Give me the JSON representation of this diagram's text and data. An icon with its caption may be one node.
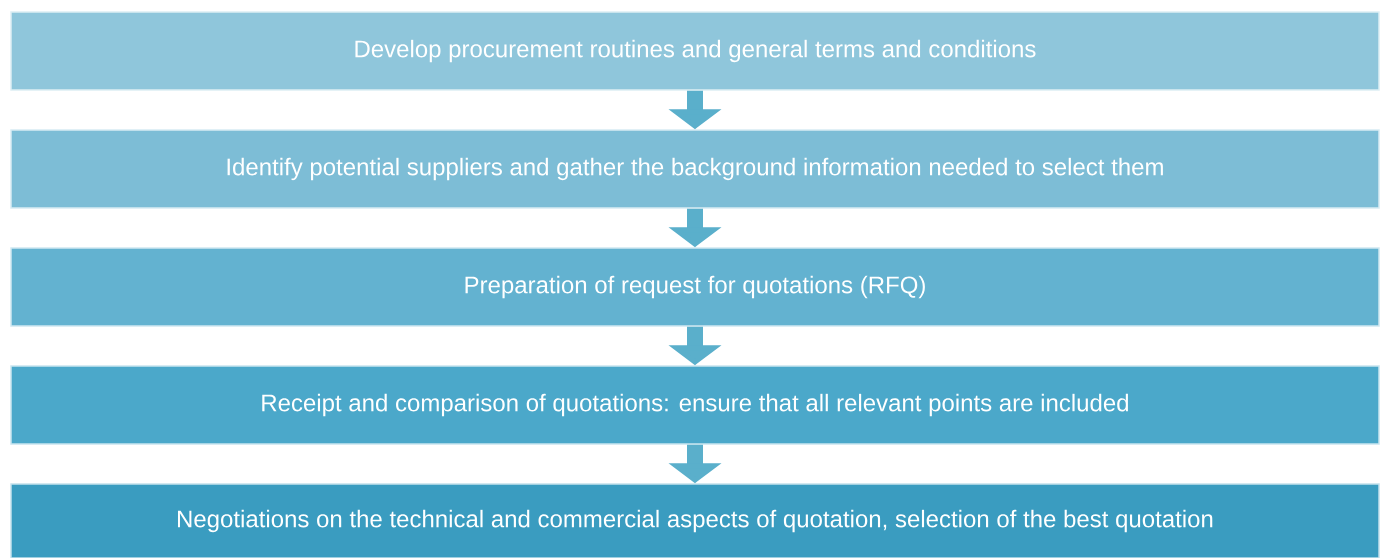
{
  "diagram": {
    "nodes": [
      {
        "text": [
          "Develop procurement routines and general terms and conditions"
        ]
      },
      {
        "text": [
          "Identify potential suppliers and gather the background information needed to select them"
        ]
      },
      {
        "text": [
          "Preparation of request for quotations (RFQ)"
        ]
      },
      {
        "text": [
          "Receipt and comparison of quotations: ensure that all relevant points are included"
        ]
      },
      {
        "text": [
          "Negotiations on the technical and commercial aspects of quotation, selection of the best quotation"
        ]
      }
    ],
    "edges": [
      {
        "from": 0,
        "to": 1,
        "arrow": "to"
      },
      {
        "from": 1,
        "to": 2,
        "arrow": "to"
      },
      {
        "from": 2,
        "to": 3,
        "arrow": "to"
      },
      {
        "from": 3,
        "to": 4,
        "arrow": "to"
      }
    ]
  }
}
